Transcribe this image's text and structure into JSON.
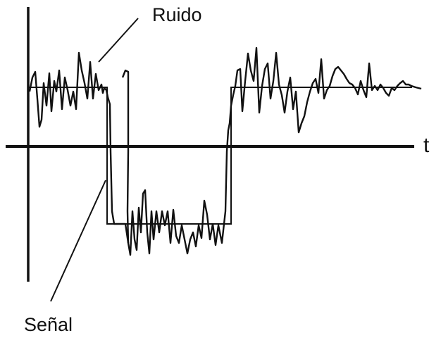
{
  "diagram": {
    "labels": {
      "noise": "Ruido",
      "signal": "Señal",
      "time_axis": "t"
    },
    "colors": {
      "ink": "#111111",
      "background": "#ffffff"
    }
  }
}
